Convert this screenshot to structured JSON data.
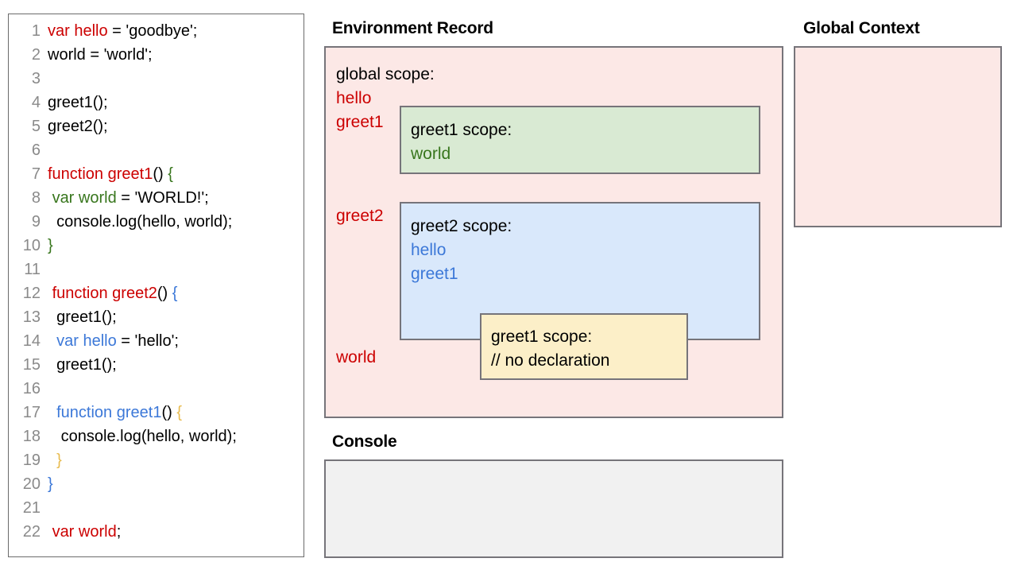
{
  "code_panel": {
    "name": "javascript-source-code",
    "lines": [
      {
        "n": "1",
        "tokens": [
          {
            "t": "var hello",
            "c": "red"
          },
          {
            "t": " = 'goodbye';",
            "c": "black"
          }
        ]
      },
      {
        "n": "2",
        "tokens": [
          {
            "t": "world = 'world';",
            "c": "black"
          }
        ]
      },
      {
        "n": "3",
        "tokens": [
          {
            "t": "",
            "c": "black"
          }
        ]
      },
      {
        "n": "4",
        "tokens": [
          {
            "t": "greet1();",
            "c": "black"
          }
        ]
      },
      {
        "n": "5",
        "tokens": [
          {
            "t": "greet2();",
            "c": "black"
          }
        ]
      },
      {
        "n": "6",
        "tokens": [
          {
            "t": "",
            "c": "black"
          }
        ]
      },
      {
        "n": "7",
        "tokens": [
          {
            "t": "function greet1",
            "c": "red"
          },
          {
            "t": "() ",
            "c": "black"
          },
          {
            "t": "{",
            "c": "green"
          }
        ]
      },
      {
        "n": "8",
        "tokens": [
          {
            "t": " ",
            "c": "black"
          },
          {
            "t": "var world",
            "c": "green"
          },
          {
            "t": " = 'WORLD!';",
            "c": "black"
          }
        ]
      },
      {
        "n": "9",
        "tokens": [
          {
            "t": "  console.log(hello, world);",
            "c": "black"
          }
        ]
      },
      {
        "n": "10",
        "tokens": [
          {
            "t": "}",
            "c": "green"
          }
        ]
      },
      {
        "n": "11",
        "tokens": [
          {
            "t": "",
            "c": "black"
          }
        ]
      },
      {
        "n": "12",
        "tokens": [
          {
            "t": " ",
            "c": "black"
          },
          {
            "t": "function greet2",
            "c": "red"
          },
          {
            "t": "() ",
            "c": "black"
          },
          {
            "t": "{",
            "c": "blue"
          }
        ]
      },
      {
        "n": "13",
        "tokens": [
          {
            "t": "  greet1();",
            "c": "black"
          }
        ]
      },
      {
        "n": "14",
        "tokens": [
          {
            "t": "  ",
            "c": "black"
          },
          {
            "t": "var hello",
            "c": "blue"
          },
          {
            "t": " = 'hello';",
            "c": "black"
          }
        ]
      },
      {
        "n": "15",
        "tokens": [
          {
            "t": "  greet1();",
            "c": "black"
          }
        ]
      },
      {
        "n": "16",
        "tokens": [
          {
            "t": "",
            "c": "black"
          }
        ]
      },
      {
        "n": "17",
        "tokens": [
          {
            "t": "  ",
            "c": "black"
          },
          {
            "t": "function greet1",
            "c": "blue"
          },
          {
            "t": "() ",
            "c": "black"
          },
          {
            "t": "{",
            "c": "gold"
          }
        ]
      },
      {
        "n": "18",
        "tokens": [
          {
            "t": "   console.log(hello, world);",
            "c": "black"
          }
        ]
      },
      {
        "n": "19",
        "tokens": [
          {
            "t": "  ",
            "c": "black"
          },
          {
            "t": "}",
            "c": "gold"
          }
        ]
      },
      {
        "n": "20",
        "tokens": [
          {
            "t": "}",
            "c": "blue"
          }
        ]
      },
      {
        "n": "21",
        "tokens": [
          {
            "t": "",
            "c": "black"
          }
        ]
      },
      {
        "n": "22",
        "tokens": [
          {
            "t": " ",
            "c": "black"
          },
          {
            "t": "var world",
            "c": "red"
          },
          {
            "t": ";",
            "c": "black"
          }
        ]
      }
    ]
  },
  "headings": {
    "environment_record": "Environment Record",
    "global_context": "Global Context",
    "console": "Console"
  },
  "environment_record": {
    "global_scope": {
      "title": "global scope:",
      "vars": [
        "hello",
        "greet1",
        "greet2",
        "world"
      ]
    },
    "greet1_scope": {
      "title": "greet1 scope:",
      "vars": [
        "world"
      ]
    },
    "greet2_scope": {
      "title": "greet2 scope:",
      "vars": [
        "hello",
        "greet1"
      ]
    },
    "nested_greet1_scope": {
      "title": "greet1 scope:",
      "comment": "// no declaration"
    }
  },
  "global_context": {
    "contents": ""
  },
  "console": {
    "contents": ""
  },
  "colors": {
    "red": "#cc0000",
    "green": "#38761d",
    "blue": "#3c78d8",
    "gold": "#e8bb4e",
    "line_number": "#8a8a8a",
    "pink_fill": "#fce8e6",
    "green_fill": "#d9ead3",
    "blue_fill": "#d9e8fb",
    "yellow_fill": "#fcefc8",
    "console_fill": "#f1f1f1",
    "box_border": "#76747a"
  }
}
